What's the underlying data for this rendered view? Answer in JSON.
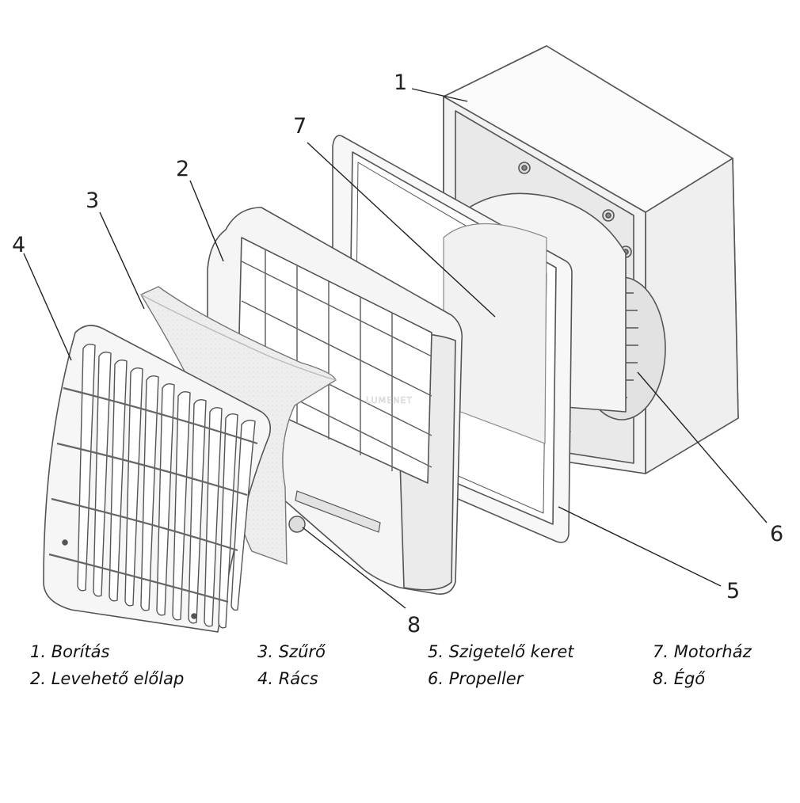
{
  "callouts": [
    "1",
    "2",
    "3",
    "4",
    "5",
    "6",
    "7",
    "8"
  ],
  "legend": {
    "col1": [
      "1. Borítás",
      "2. Levehető előlap"
    ],
    "col2": [
      "3. Szűrő",
      "4. Rács"
    ],
    "col3": [
      "5. Szigetelő keret",
      "6. Propeller"
    ],
    "col4": [
      "7. Motorház",
      "8. Égő"
    ]
  },
  "watermark": "LUMENET",
  "colors": {
    "line": "#555555",
    "fill": "#f4f4f4",
    "filter": "#ececec"
  }
}
